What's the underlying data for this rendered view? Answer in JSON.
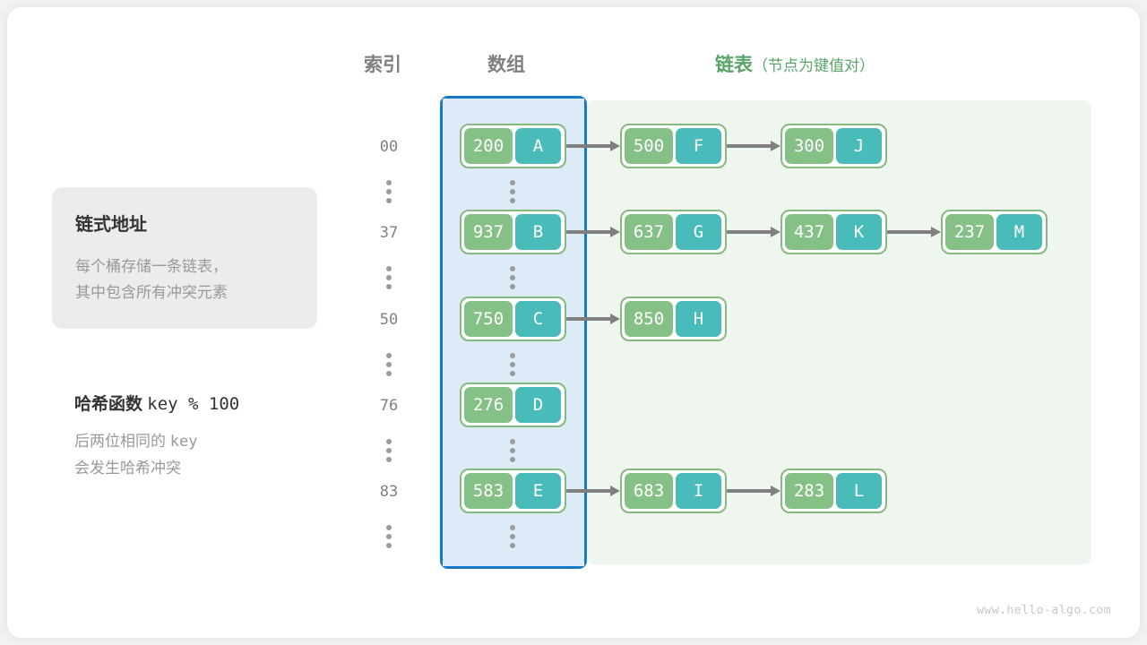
{
  "headers": {
    "index": "索引",
    "array": "数组",
    "list_main": "链表",
    "list_sub": "（节点为键值对）"
  },
  "info_panel": {
    "title": "链式地址",
    "line1": "每个桶存储一条链表，",
    "line2": "其中包含所有冲突元素"
  },
  "hash_note": {
    "title_label": "哈希函数",
    "title_code": "key % 100",
    "line1_a": "后两位相同的 ",
    "line1_code": "key",
    "line2": "会发生哈希冲突"
  },
  "watermark": "www.hello-algo.com",
  "colors": {
    "accent_green": "#5aa469",
    "node_border": "#86b980",
    "key_cell": "#85c086",
    "val_cell": "#49bcba",
    "array_fill": "#ddeaf7",
    "array_border": "#1878c8",
    "list_fill": "#eff6ef",
    "arrow": "#808080",
    "info_bg": "#ececec"
  },
  "buckets": [
    {
      "index": "00",
      "nodes": [
        {
          "key": "200",
          "value": "A"
        },
        {
          "key": "500",
          "value": "F"
        },
        {
          "key": "300",
          "value": "J"
        }
      ]
    },
    {
      "index": "37",
      "nodes": [
        {
          "key": "937",
          "value": "B"
        },
        {
          "key": "637",
          "value": "G"
        },
        {
          "key": "437",
          "value": "K"
        },
        {
          "key": "237",
          "value": "M"
        }
      ]
    },
    {
      "index": "50",
      "nodes": [
        {
          "key": "750",
          "value": "C"
        },
        {
          "key": "850",
          "value": "H"
        }
      ]
    },
    {
      "index": "76",
      "nodes": [
        {
          "key": "276",
          "value": "D"
        }
      ]
    },
    {
      "index": "83",
      "nodes": [
        {
          "key": "583",
          "value": "E"
        },
        {
          "key": "683",
          "value": "I"
        },
        {
          "key": "283",
          "value": "L"
        }
      ]
    }
  ],
  "ellipsis_symbol": "⋮"
}
